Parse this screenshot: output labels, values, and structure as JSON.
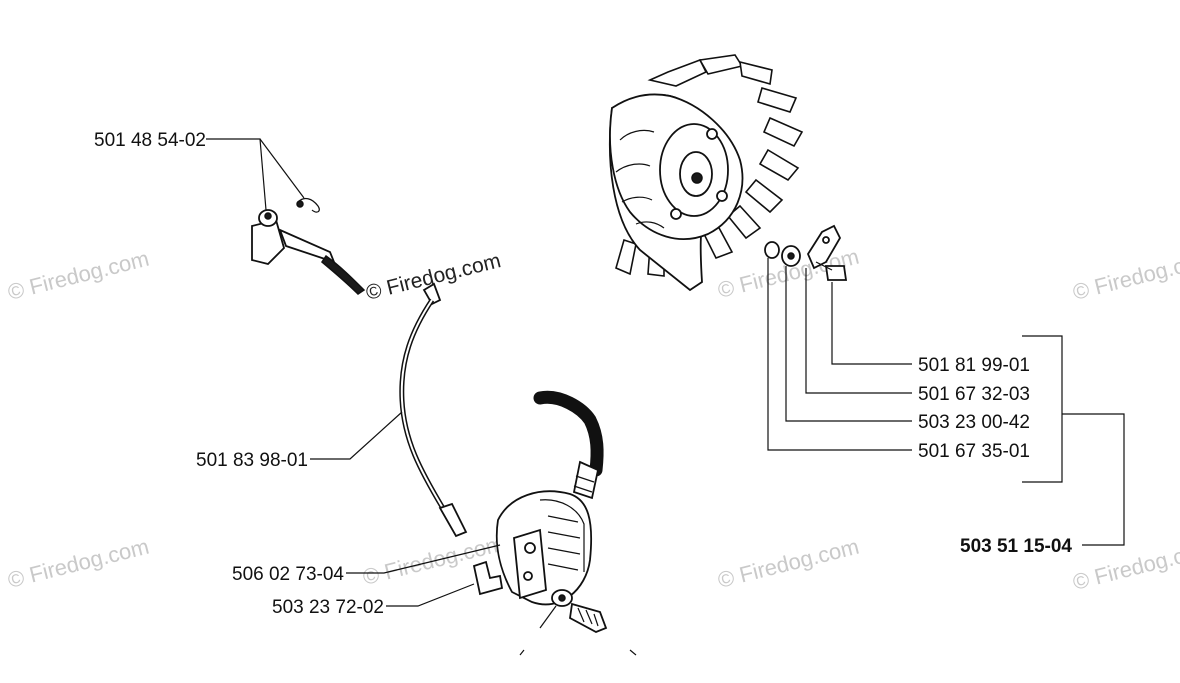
{
  "parts": [
    {
      "id": "p1",
      "number": "501 48 54-02"
    },
    {
      "id": "p2",
      "number": "501 83 98-01"
    },
    {
      "id": "p3",
      "number": "506 02 73-04"
    },
    {
      "id": "p4",
      "number": "503 23 72-02"
    },
    {
      "id": "p5",
      "number": "501 81 99-01"
    },
    {
      "id": "p6",
      "number": "501 67 32-03"
    },
    {
      "id": "p7",
      "number": "503 23 00-42"
    },
    {
      "id": "p8",
      "number": "501 67 35-01"
    },
    {
      "id": "p9",
      "number": "503 51 15-04"
    }
  ],
  "watermark": {
    "text": "© Firedog.com",
    "faint_text": "© Firedog.com"
  }
}
